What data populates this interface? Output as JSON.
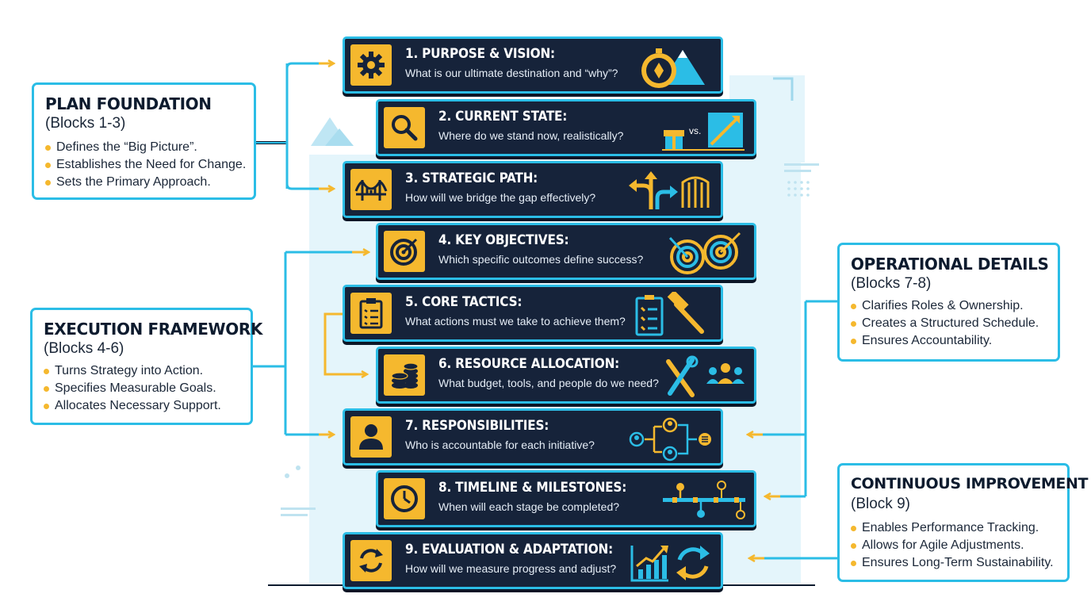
{
  "blocks": [
    {
      "title": "1. PURPOSE & VISION:",
      "question": "What is our ultimate destination and “why”?",
      "icon": "gear-icon",
      "art": "compass-mountain"
    },
    {
      "title": "2. CURRENT STATE:",
      "question": "Where do we stand now, realistically?",
      "icon": "magnifier-icon",
      "art": "gift-vs-growth",
      "art_label": "vs."
    },
    {
      "title": "3. STRATEGIC PATH:",
      "question": "How will we bridge the gap effectively?",
      "icon": "bridge-icon",
      "art": "arrows-gate"
    },
    {
      "title": "4. KEY OBJECTIVES:",
      "question": "Which specific outcomes define success?",
      "icon": "target-icon",
      "art": "double-target"
    },
    {
      "title": "5. CORE TACTICS:",
      "question": "What actions must we take to achieve them?",
      "icon": "clipboard-icon",
      "art": "checklist-hammer"
    },
    {
      "title": "6. RESOURCE ALLOCATION:",
      "question": "What budget, tools, and people do we need?",
      "icon": "coins-icon",
      "art": "tools-people"
    },
    {
      "title": "7. RESPONSIBILITIES:",
      "question": "Who is accountable for each initiative?",
      "icon": "person-icon",
      "art": "org-chart"
    },
    {
      "title": "8. TIMELINE & MILESTONES:",
      "question": "When will each stage be completed?",
      "icon": "clock-icon",
      "art": "timeline"
    },
    {
      "title": "9. EVALUATION & ADAPTATION:",
      "question": "How will we measure progress and adjust?",
      "icon": "cycle-icon",
      "art": "chart-cycle"
    }
  ],
  "callouts": {
    "plan": {
      "title": "PLAN FOUNDATION",
      "subtitle": "(Blocks 1-3)",
      "items": [
        "Defines the “Big Picture”.",
        "Establishes the Need for Change.",
        "Sets the Primary Approach."
      ]
    },
    "execution": {
      "title": "EXECUTION FRAMEWORK",
      "subtitle": "(Blocks 4-6)",
      "items": [
        "Turns Strategy into Action.",
        "Specifies Measurable Goals.",
        "Allocates Necessary Support."
      ]
    },
    "operational": {
      "title": "OPERATIONAL DETAILS",
      "subtitle": "(Blocks 7-8)",
      "items": [
        "Clarifies Roles & Ownership.",
        "Creates a Structured Schedule.",
        "Ensures Accountability."
      ]
    },
    "continuous": {
      "title": "CONTINUOUS IMPROVEMENT",
      "subtitle": "(Block 9)",
      "items": [
        "Enables Performance Tracking.",
        "Allows for Agile Adjustments.",
        "Ensures Long-Term Sustainability."
      ]
    }
  },
  "colors": {
    "accent": "#f5b82e",
    "cyan": "#2bbde6",
    "navy": "#16233a"
  }
}
